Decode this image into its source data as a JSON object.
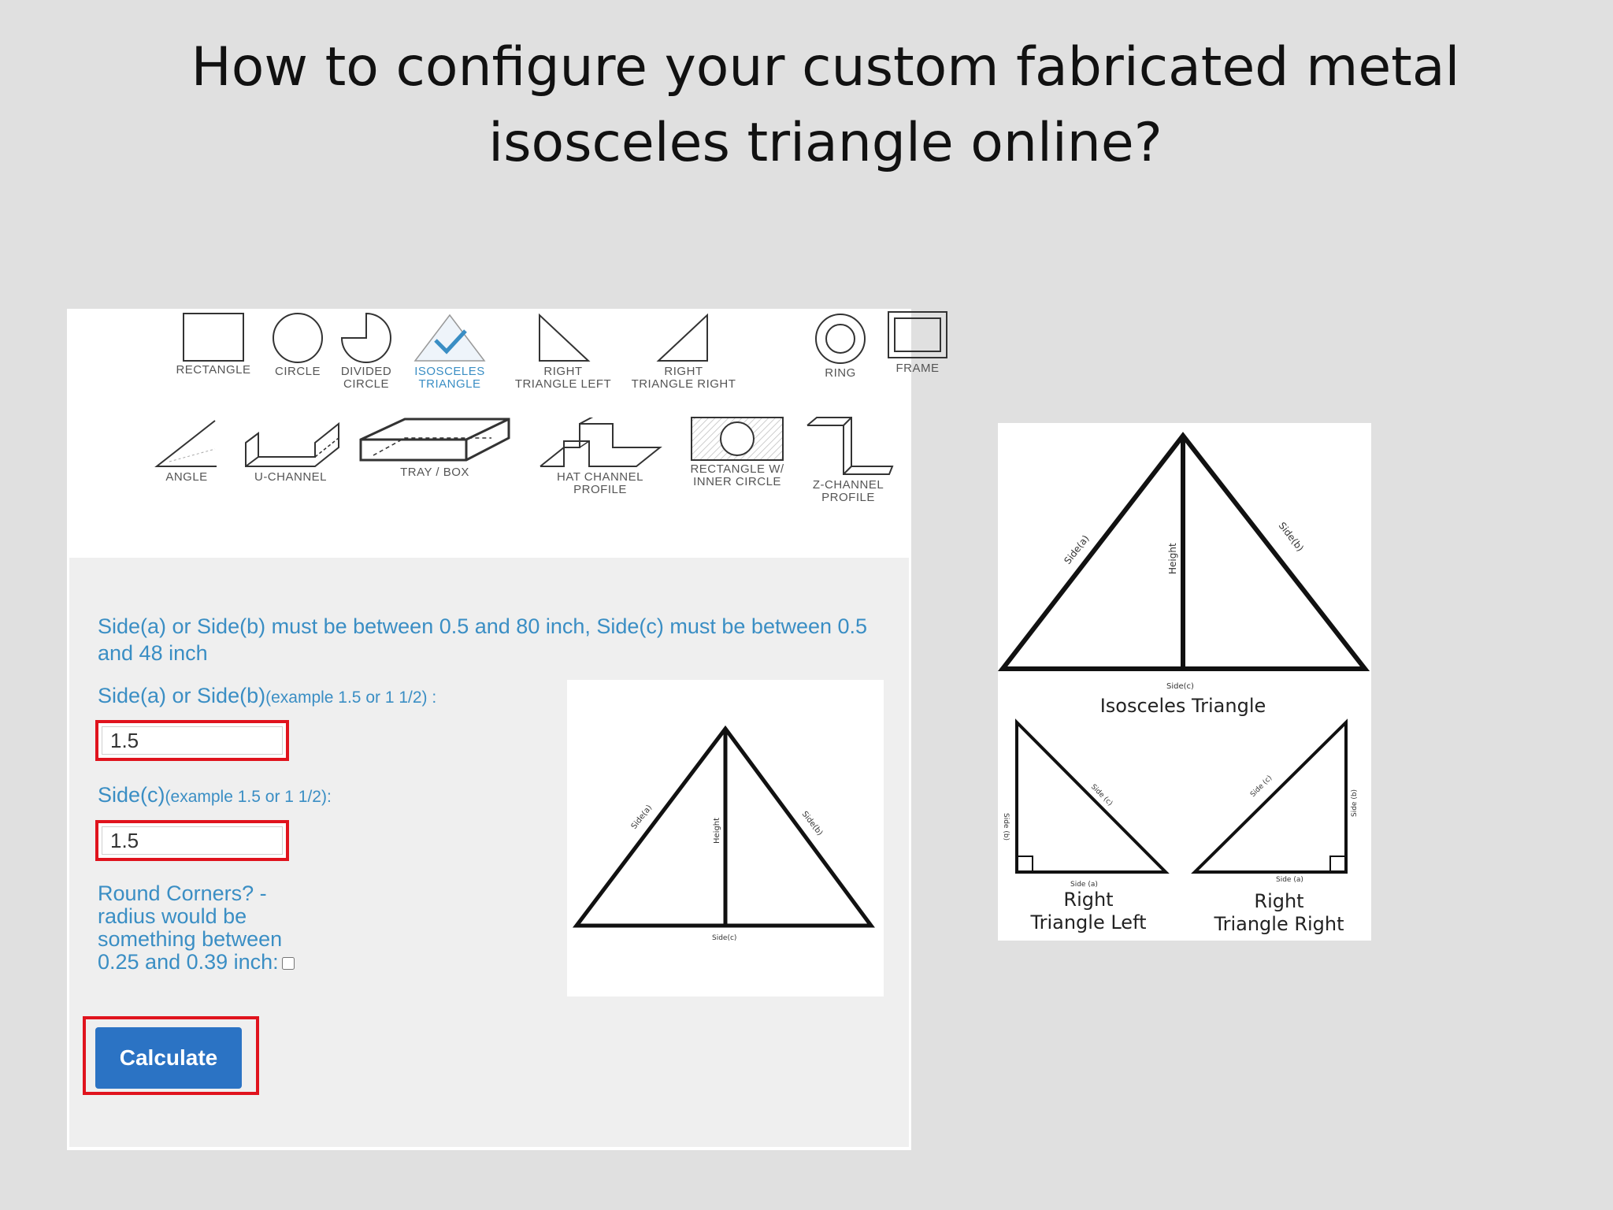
{
  "slide": {
    "title_line1": "How to configure your custom fabricated metal",
    "title_line2": "isosceles triangle online?"
  },
  "shapes": [
    {
      "label_l1": "RECTANGLE",
      "label_l2": "",
      "icon": "rectangle-icon"
    },
    {
      "label_l1": "CIRCLE",
      "label_l2": "",
      "icon": "circle-icon"
    },
    {
      "label_l1": "DIVIDED",
      "label_l2": "CIRCLE",
      "icon": "divided-circle-icon"
    },
    {
      "label_l1": "ISOSCELES",
      "label_l2": "TRIANGLE",
      "icon": "isosceles-triangle-icon",
      "selected": true
    },
    {
      "label_l1": "RIGHT",
      "label_l2": "TRIANGLE LEFT",
      "icon": "right-triangle-left-icon"
    },
    {
      "label_l1": "RIGHT",
      "label_l2": "TRIANGLE RIGHT",
      "icon": "right-triangle-right-icon"
    },
    {
      "label_l1": "RING",
      "label_l2": "",
      "icon": "ring-icon"
    },
    {
      "label_l1": "FRAME",
      "label_l2": "",
      "icon": "frame-icon"
    },
    {
      "label_l1": "ANGLE",
      "label_l2": "",
      "icon": "angle-icon"
    },
    {
      "label_l1": "U-CHANNEL",
      "label_l2": "",
      "icon": "u-channel-icon"
    },
    {
      "label_l1": "TRAY / BOX",
      "label_l2": "",
      "icon": "tray-box-icon"
    },
    {
      "label_l1": "HAT CHANNEL",
      "label_l2": "PROFILE",
      "icon": "hat-channel-icon"
    },
    {
      "label_l1": "RECTANGLE W/",
      "label_l2": "INNER CIRCLE",
      "icon": "rectangle-inner-circle-icon"
    },
    {
      "label_l1": "Z-CHANNEL",
      "label_l2": "PROFILE",
      "icon": "z-channel-icon"
    }
  ],
  "form": {
    "note": "Side(a) or Side(b) must be between 0.5 and 80 inch, Side(c) must be between 0.5 and 48 inch",
    "side_ab_label": "Side(a) or Side(b)",
    "side_ab_example": "(example 1.5 or 1 1/2) :",
    "side_ab_value": "1.5",
    "side_c_label": "Side(c)",
    "side_c_example": "(example 1.5 or 1 1/2):",
    "side_c_value": "1.5",
    "round_corners_label": "Round Corners? - radius would be something between 0.25 and 0.39 inch:",
    "round_corners_checked": false,
    "calculate_label": "Calculate"
  },
  "preview": {
    "side_a": "Side(a)",
    "side_b": "Side(b)",
    "height": "Height",
    "side_c": "Side(c)"
  },
  "reference": {
    "iso_side_a": "Side(a)",
    "iso_side_b": "Side(b)",
    "iso_height": "Height",
    "iso_side_c": "Side(c)",
    "iso_caption": "Isosceles Triangle",
    "rtl_side_a": "Side (a)",
    "rtl_side_b": "Side (b)",
    "rtl_side_c": "Side (c)",
    "rtl_caption_l1": "Right",
    "rtl_caption_l2": "Triangle Left",
    "rtr_side_a": "Side (a)",
    "rtr_side_b": "Side (b)",
    "rtr_side_c": "Side (c)",
    "rtr_caption_l1": "Right",
    "rtr_caption_l2": "Triangle Right"
  }
}
